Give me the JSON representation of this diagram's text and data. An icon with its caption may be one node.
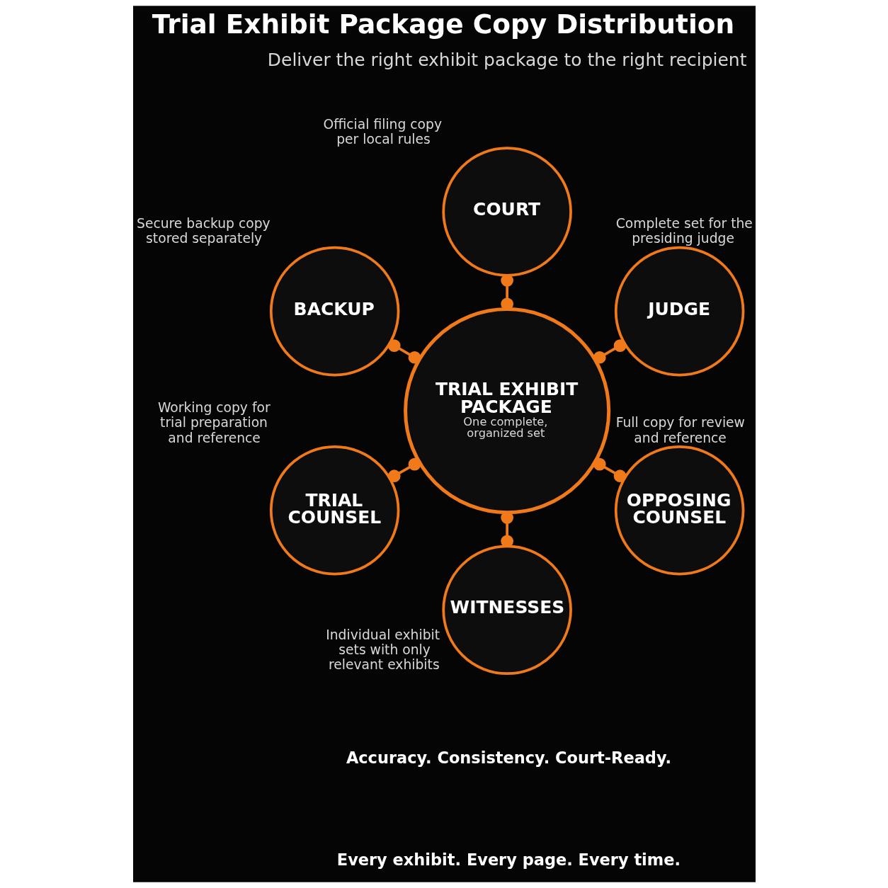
{
  "diagram": {
    "title": "Trial Exhibit Package Copy Distribution",
    "nodes": [
      {
        "text": [
          "COURT"
        ],
        "beside": [
          "Official filing copy per local rules"
        ]
      },
      {
        "text": [
          "BACKUP"
        ],
        "beside": [
          "Secure backup copy stored separately"
        ]
      },
      {
        "text": [
          "JUDGE"
        ],
        "beside": [
          "Complete set for the presiding judge"
        ]
      },
      {
        "text": [
          "TRIAL EXHIBIT PACKAGE",
          "One complete, organized set"
        ]
      },
      {
        "text": [
          "TRIAL COUNSEL"
        ],
        "beside": [
          "Working copy for trial preparation and reference"
        ]
      },
      {
        "text": [
          "OPPOSING COUNSEL"
        ],
        "beside": [
          "Full copy for review and reference"
        ]
      },
      {
        "text": [
          "WITNESSES"
        ],
        "beside": [
          "Individual exhibit sets with only relevant exhibits"
        ]
      }
    ],
    "edges": [
      {
        "from": 3,
        "to": 0,
        "arrow": "other"
      },
      {
        "from": 3,
        "to": 2,
        "arrow": "other"
      },
      {
        "from": 3,
        "to": 5,
        "arrow": "other"
      },
      {
        "from": 3,
        "to": 6,
        "arrow": "other"
      },
      {
        "from": 3,
        "to": 4,
        "arrow": "other"
      },
      {
        "from": 3,
        "to": 1,
        "arrow": "other"
      }
    ],
    "labels": [
      "Deliver the right exhibit package to the right recipient",
      "Accuracy. Consistency. Court-Ready.",
      "Every exhibit. Every page. Every time."
    ]
  }
}
